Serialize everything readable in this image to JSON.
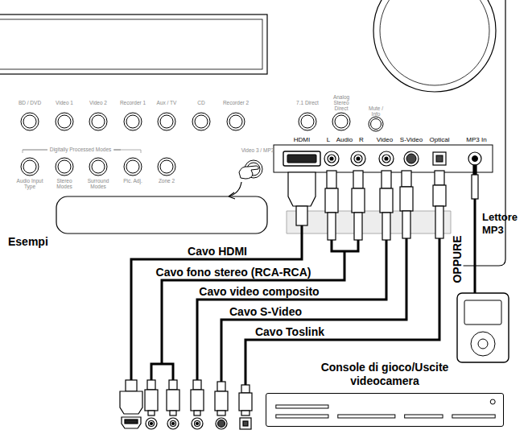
{
  "diagram": {
    "nodes": [
      {
        "text": [
          "Console di gioco/Uscite videocamera"
        ]
      }
    ],
    "edges": [],
    "labels": [
      "BD / DVD",
      "Video 1",
      "Video 2",
      "Recorder 1",
      "Aux / TV",
      "CD",
      "Recorder 2",
      "7.1 Direct",
      "Analog Stereo Direct",
      "Mute / Info",
      "Digitally Processed Modes",
      "Audio Input Type",
      "Stereo Modes",
      "Surround Modes",
      "Pic. Adj.",
      "Zone 2",
      "Video 3 / MP3",
      "HDMI",
      "L",
      "Audio",
      "R",
      "Video",
      "S-Video",
      "Optical",
      "MP3 In",
      "Esempi",
      "Cavo HDMI",
      "Cavo fono stereo (RCA-RCA)",
      "Cavo video composito",
      "Cavo S-Video",
      "Cavo Toslink",
      "Lettore MP3",
      "OPPURE"
    ]
  }
}
